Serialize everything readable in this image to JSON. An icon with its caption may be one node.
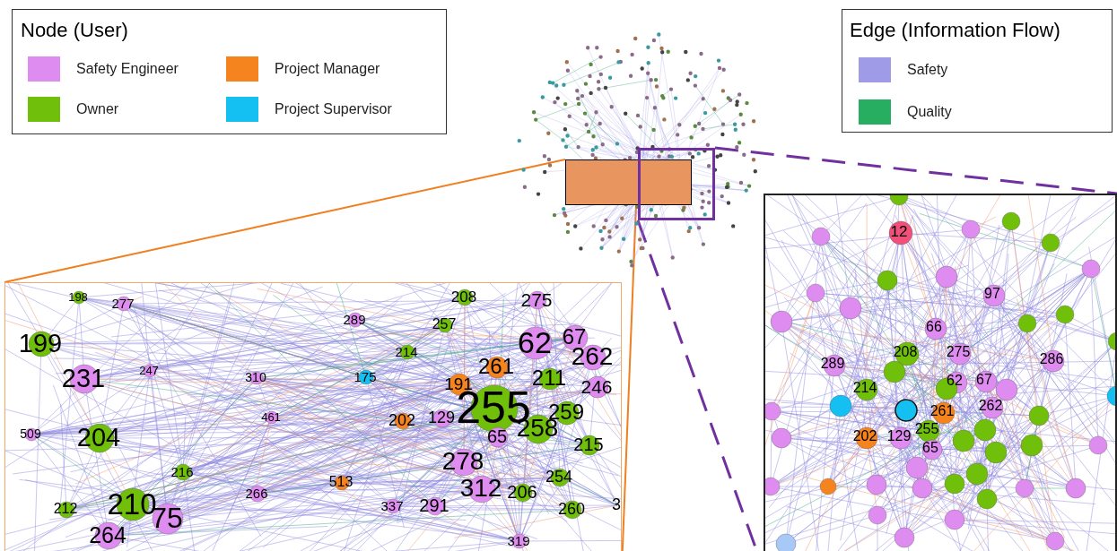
{
  "diagram": {
    "nodes": [
      {
        "text": [],
        "shape": "picture"
      },
      {
        "text": [],
        "shape": "box",
        "in": 0
      },
      {
        "text": [],
        "shape": "box",
        "in": 0
      },
      {
        "text": [],
        "shape": "picture"
      },
      {
        "text": [],
        "shape": "picture"
      }
    ],
    "edges": [
      {
        "from": 1,
        "to": 3,
        "arrow": "none",
        "color": "#f07f20"
      },
      {
        "from": 1,
        "to": 3,
        "arrow": "none",
        "color": "#f07f20"
      },
      {
        "from": 2,
        "to": 4,
        "arrow": "none",
        "style": "dashed",
        "color": "#7030a0"
      },
      {
        "from": 2,
        "to": 4,
        "arrow": "none",
        "style": "dashed",
        "color": "#7030a0"
      }
    ],
    "labels": [
      "Node (User)",
      "Edge (Information Flow)",
      "198",
      "208",
      "275",
      "277",
      "289",
      "257",
      "62",
      "67",
      "199",
      "214",
      "262",
      "261",
      "247",
      "175",
      "310",
      "211",
      "231",
      "191",
      "246",
      "255",
      "129",
      "202",
      "259",
      "461",
      "258",
      "65",
      "509",
      "204",
      "215",
      "278",
      "216",
      "513",
      "254",
      "312",
      "206",
      "266",
      "3",
      "291",
      "337",
      "212",
      "210",
      "260",
      "75",
      "264",
      "319",
      "12",
      "97",
      "66",
      "208",
      "275",
      "286",
      "289",
      "62",
      "67",
      "214",
      "262",
      "261",
      "202",
      "129",
      "255",
      "65"
    ],
    "legend": [
      {
        "text": "Safety Engineer",
        "color": "#de8cf0"
      },
      {
        "text": "Project Manager",
        "color": "#f5841f"
      },
      {
        "text": "Owner",
        "color": "#70bf0a"
      },
      {
        "text": "Project Supervisor",
        "color": "#14c0f2"
      },
      {
        "text": "Safety",
        "color": "#a09be6"
      },
      {
        "text": "Quality",
        "color": "#27ae60"
      }
    ]
  }
}
